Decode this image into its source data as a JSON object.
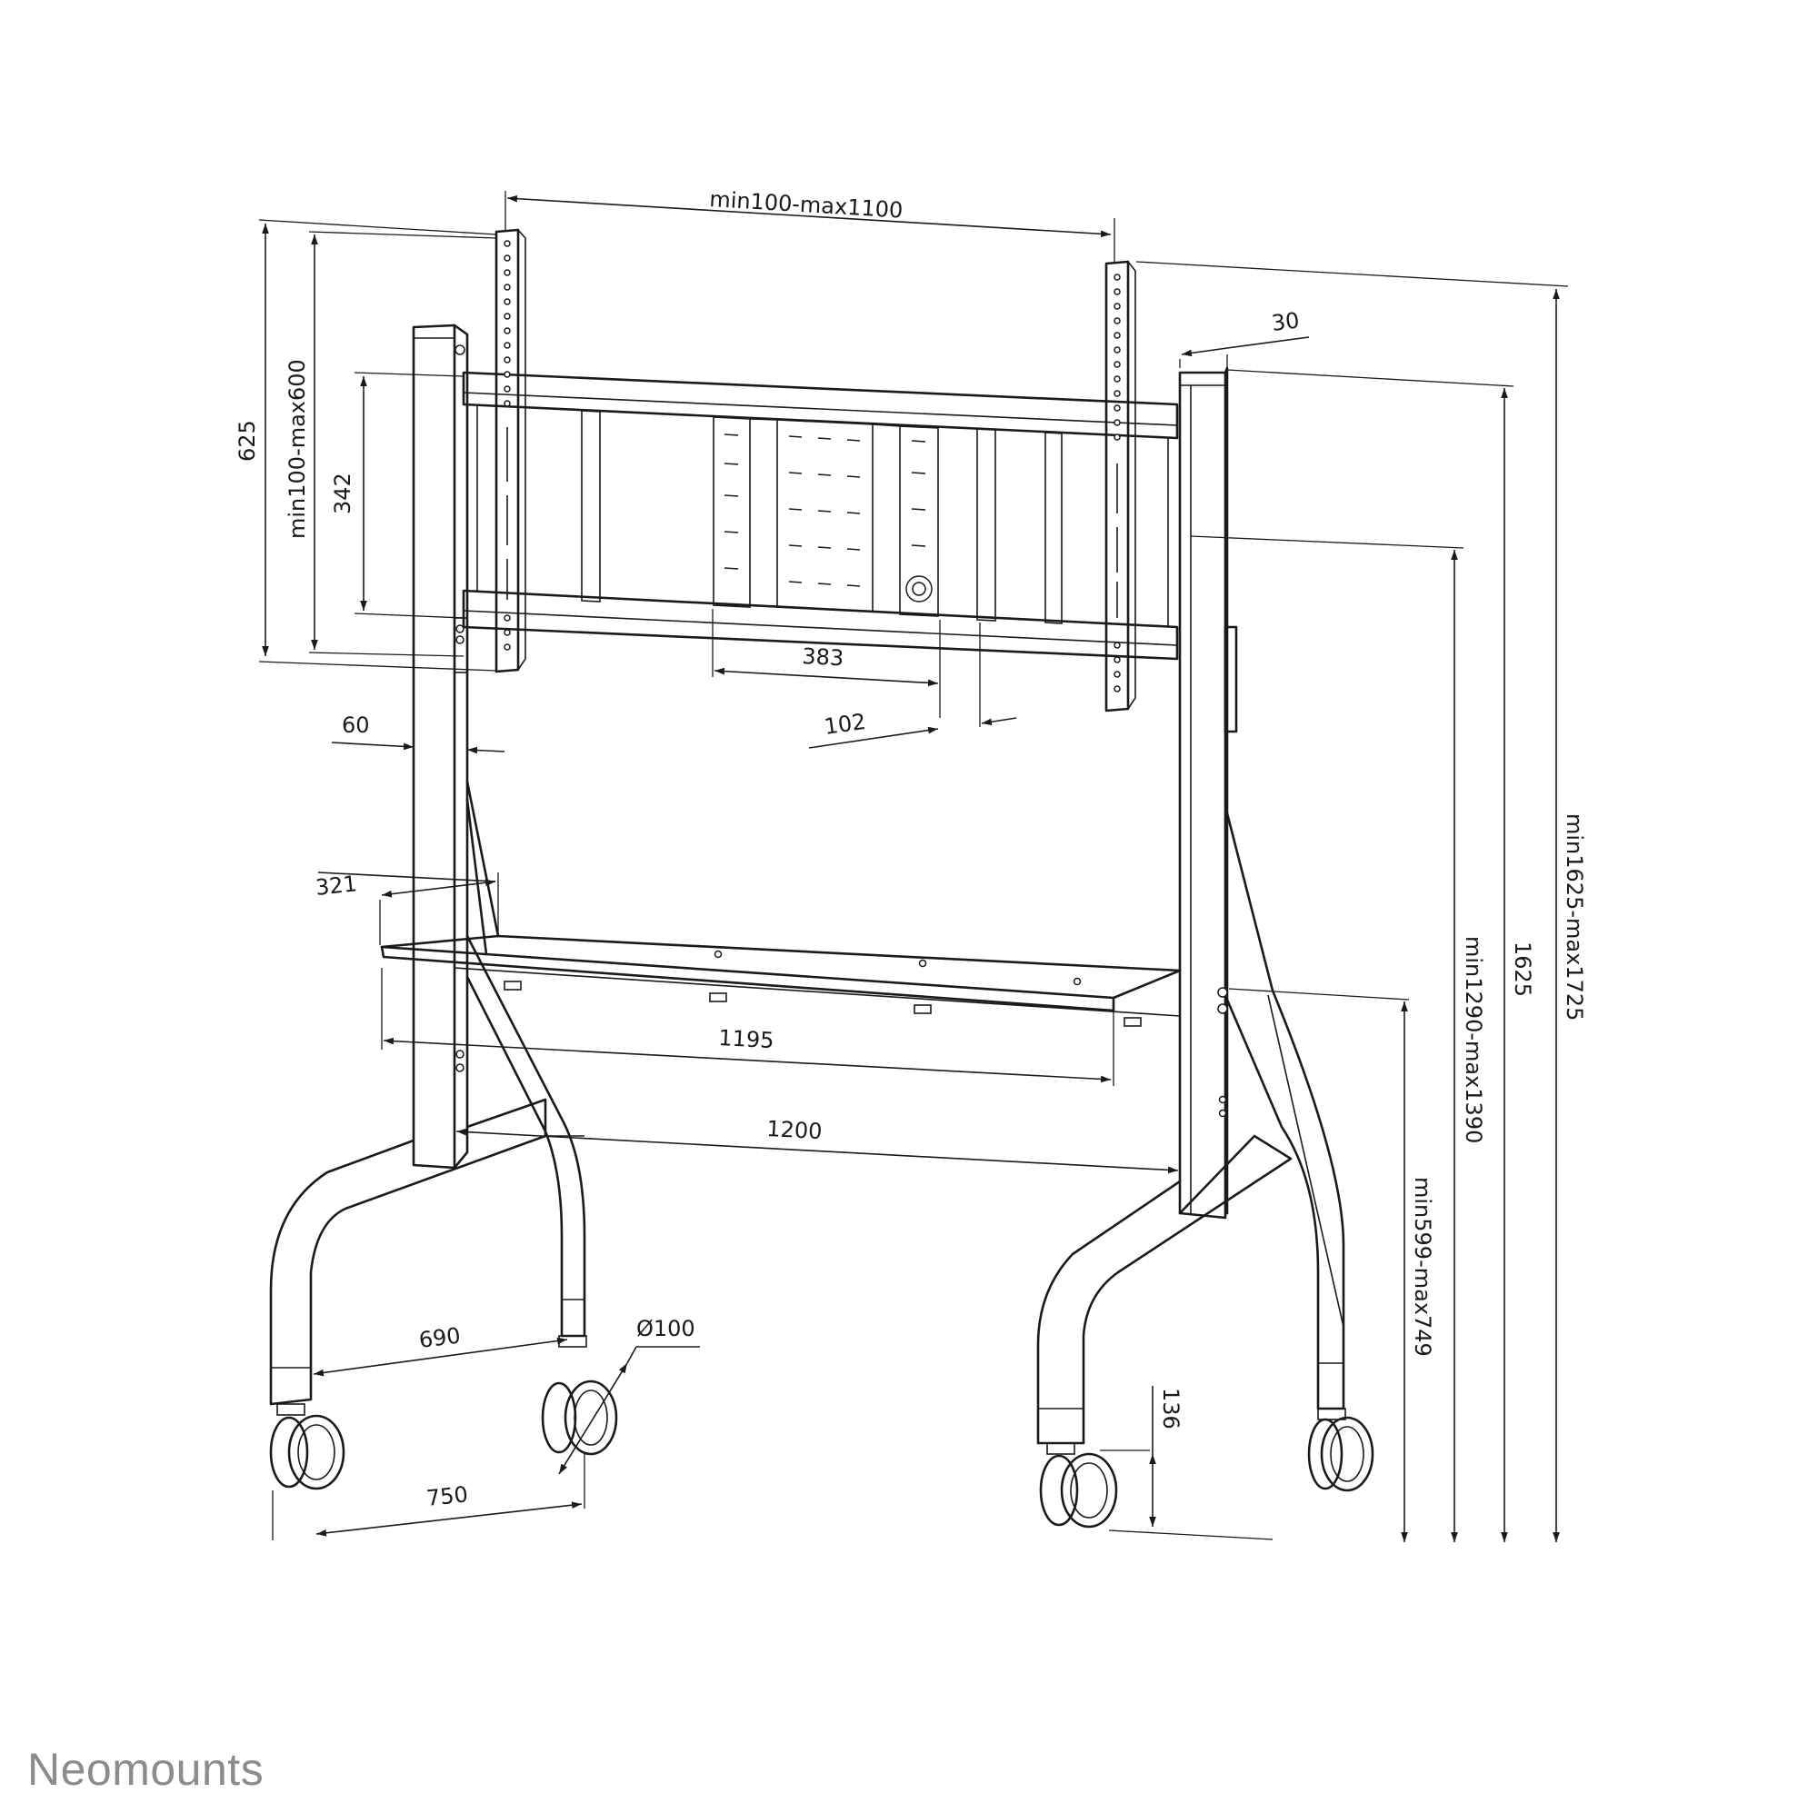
{
  "brand": {
    "name": "Neomounts",
    "color": "#8c8c8c"
  },
  "drawing": {
    "line_color": "#1a1a1a",
    "dimensions": {
      "vesa_width": "min100-max1100",
      "vesa_height": "min100-max600",
      "rail_height": "625",
      "interface_depth": "30",
      "bar_spacing": "342",
      "bracket_spacing": "383",
      "bracket_offset": "102",
      "column_width": "60",
      "shelf_depth": "321",
      "shelf_width": "1195",
      "column_spacing": "1200",
      "foot_spacing": "690",
      "caster_diameter": "Ø100",
      "base_depth": "750",
      "caster_height": "136",
      "shelf_height": "min599-max749",
      "mount_height": "min1290-max1390",
      "column_height": "1625",
      "total_height": "min1625-max1725"
    }
  }
}
